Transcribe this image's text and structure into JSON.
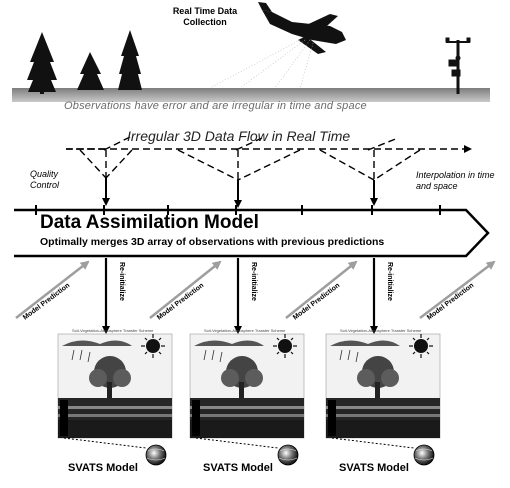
{
  "header": {
    "title": "Real Time Data Collection",
    "observation_note": "Observations have error and are irregular in time and space"
  },
  "flow": {
    "title": "Irregular 3D Data Flow in Real Time",
    "quality_control": "Quality Control",
    "interpolation": "Interpolation in time and space"
  },
  "assimilation": {
    "title": "Data Assimilation Model",
    "subtitle": "Optimally merges 3D array of observations with previous predictions"
  },
  "links": {
    "model_prediction": "Model Prediction",
    "reinitialize": "Re-initialize"
  },
  "models": [
    {
      "label": "SVATS Model",
      "panel_title": "Soil-Vegetation-Atmosphere Transfer Scheme"
    },
    {
      "label": "SVATS Model",
      "panel_title": "Soil-Vegetation-Atmosphere Transfer Scheme"
    },
    {
      "label": "SVATS Model",
      "panel_title": "Soil-Vegetation-Atmosphere Transfer Scheme"
    }
  ],
  "icons": {
    "plane": "airplane-icon",
    "tree": "pine-tree-icon",
    "station": "weather-station-icon",
    "sun": "sun-icon",
    "globe": "globe-icon"
  },
  "colors": {
    "ground": "#9a9a9a",
    "ink": "#000000",
    "prediction_arrow": "#9e9e9e"
  }
}
